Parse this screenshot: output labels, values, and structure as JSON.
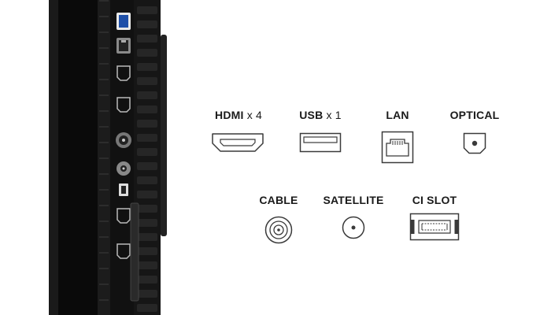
{
  "ports": {
    "hdmi": {
      "name": "HDMI",
      "count": "x 4",
      "icon": "hdmi-port-icon"
    },
    "usb": {
      "name": "USB",
      "count": "x 1",
      "icon": "usb-port-icon"
    },
    "lan": {
      "name": "LAN",
      "icon": "lan-port-icon"
    },
    "optical": {
      "name": "OPTICAL",
      "icon": "optical-port-icon"
    },
    "cable": {
      "name": "CABLE",
      "icon": "coaxial-port-icon"
    },
    "satellite": {
      "name": "SATELLITE",
      "icon": "satellite-port-icon"
    },
    "ci_slot": {
      "name": "CI SLOT",
      "icon": "ci-slot-icon"
    }
  },
  "colors": {
    "background": "#ffffff",
    "tv_body": "#0c0c0c",
    "icon_stroke": "#3a3a3a",
    "label": "#1a1a1a",
    "usb_accent": "#1e4fa8"
  }
}
